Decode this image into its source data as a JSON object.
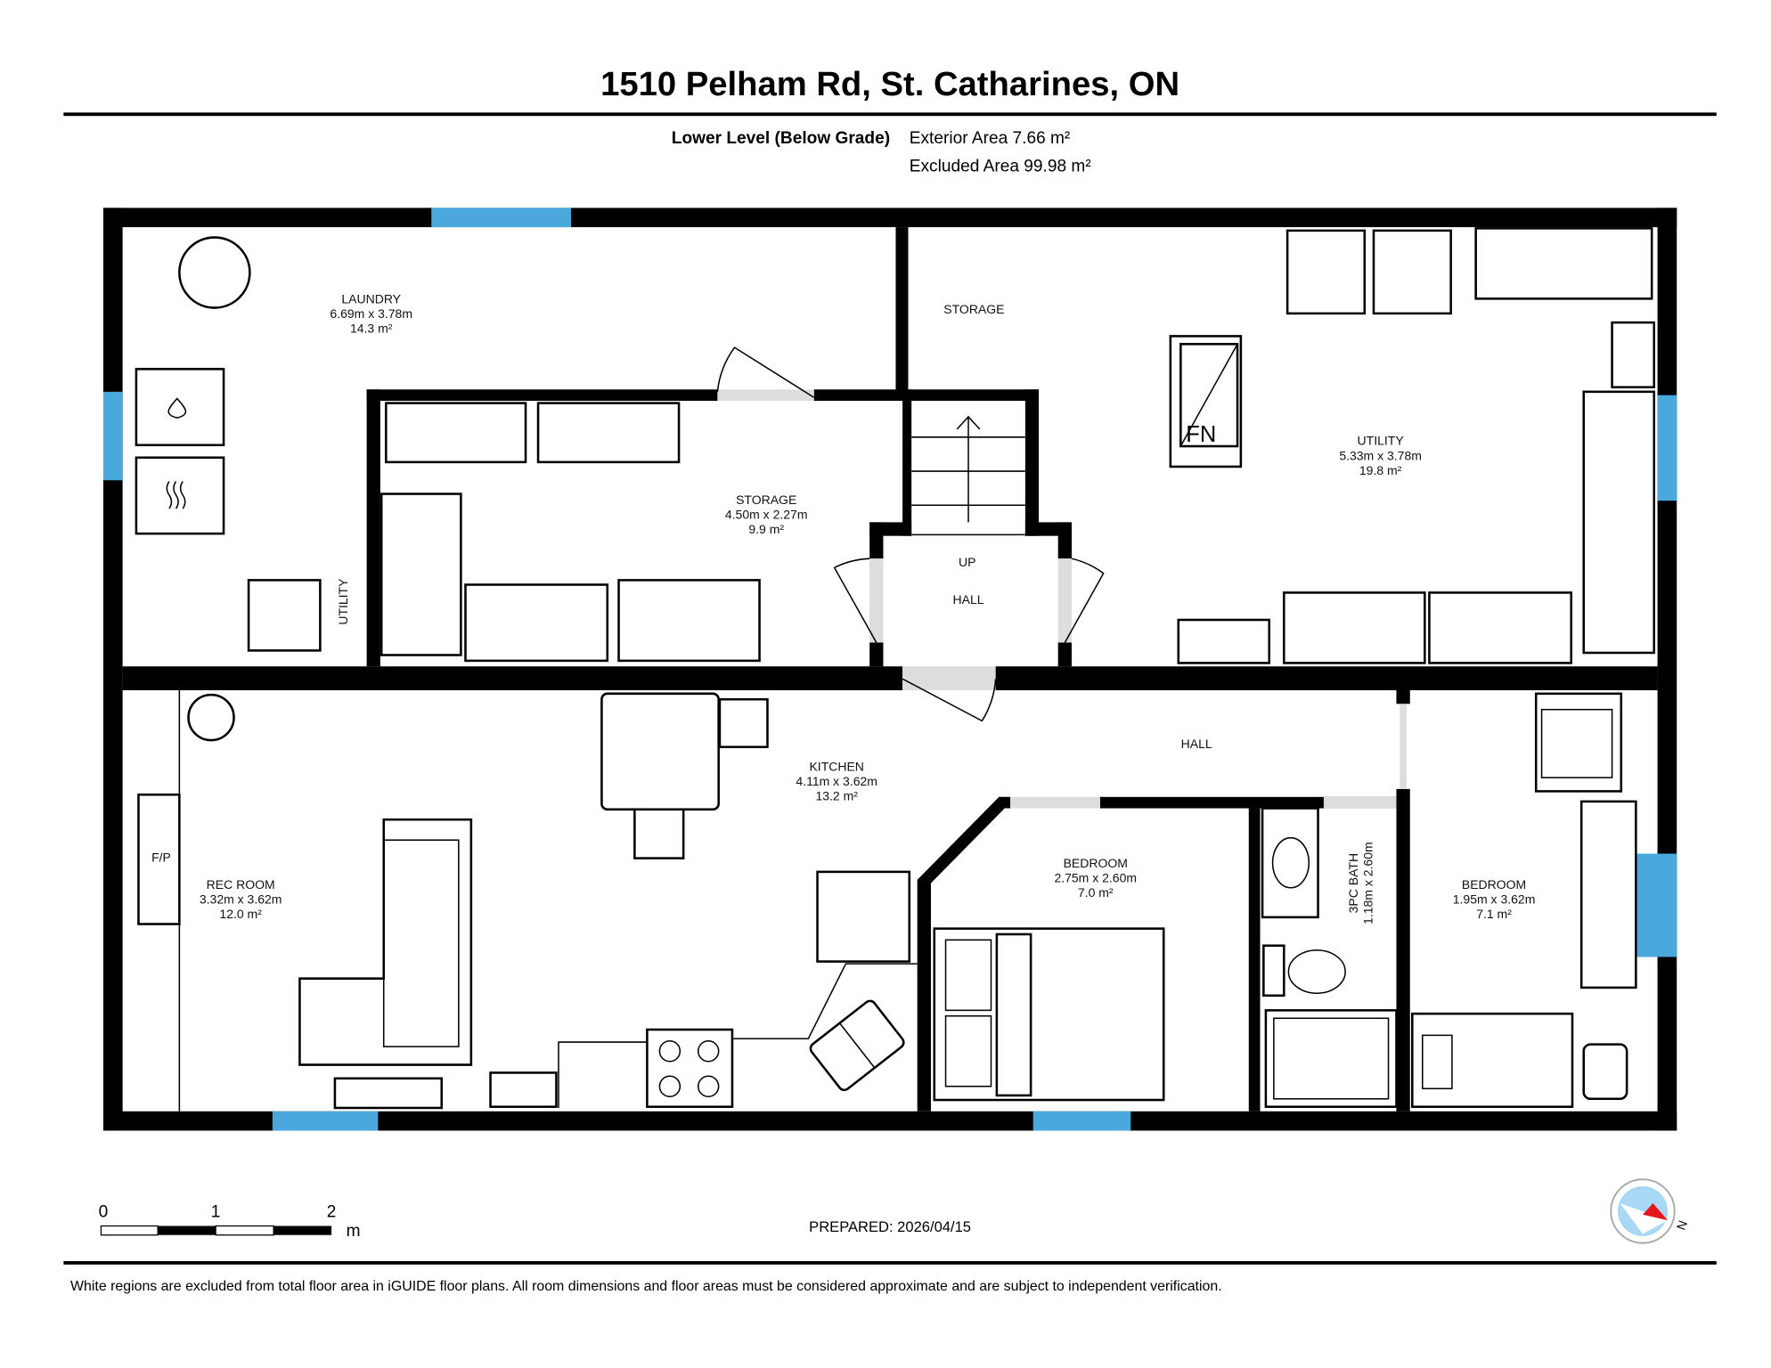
{
  "header": {
    "title": "1510 Pelham Rd, St. Catharines, ON",
    "level": "Lower Level (Below Grade)",
    "exterior_area": "Exterior Area 7.66 m²",
    "excluded_area": "Excluded Area 99.98 m²"
  },
  "rooms": {
    "laundry": {
      "name": "LAUNDRY",
      "dims": "6.69m x 3.78m",
      "area": "14.3 m²"
    },
    "storage": {
      "name": "STORAGE",
      "dims": "4.50m x 2.27m",
      "area": "9.9 m²"
    },
    "storage2": {
      "name": "STORAGE"
    },
    "utility": {
      "name": "UTILITY",
      "dims": "5.33m x 3.78m",
      "area": "19.8 m²"
    },
    "utility_small": {
      "name": "UTILITY"
    },
    "stairs": {
      "up": "UP",
      "hall": "HALL"
    },
    "hall": {
      "name": "HALL"
    },
    "kitchen": {
      "name": "KITCHEN",
      "dims": "4.11m x 3.62m",
      "area": "13.2 m²"
    },
    "rec_room": {
      "name": "REC ROOM",
      "dims": "3.32m x 3.62m",
      "area": "12.0 m²"
    },
    "fireplace": {
      "name": "F/P"
    },
    "bedroom1": {
      "name": "BEDROOM",
      "dims": "2.75m x 2.60m",
      "area": "7.0 m²"
    },
    "bath": {
      "name": "3PC BATH",
      "dims": "1.18m x 2.60m"
    },
    "bedroom2": {
      "name": "BEDROOM",
      "dims": "1.95m x 3.62m",
      "area": "7.1 m²"
    },
    "furnace": {
      "name": "FN"
    }
  },
  "scale": {
    "ticks": [
      "0",
      "1",
      "2"
    ],
    "unit": "m"
  },
  "prepared": "PREPARED: 2026/04/15",
  "compass": {
    "label": "N",
    "needle_color": "#e8141b",
    "face_color": "#a9d8f5"
  },
  "colors": {
    "window": "#4aa8dc",
    "wall": "#000000",
    "door_swing": "#dddddd"
  },
  "footer": "White regions are excluded from total floor area in iGUIDE floor plans. All room dimensions and floor areas must be considered approximate and are subject to independent verification."
}
